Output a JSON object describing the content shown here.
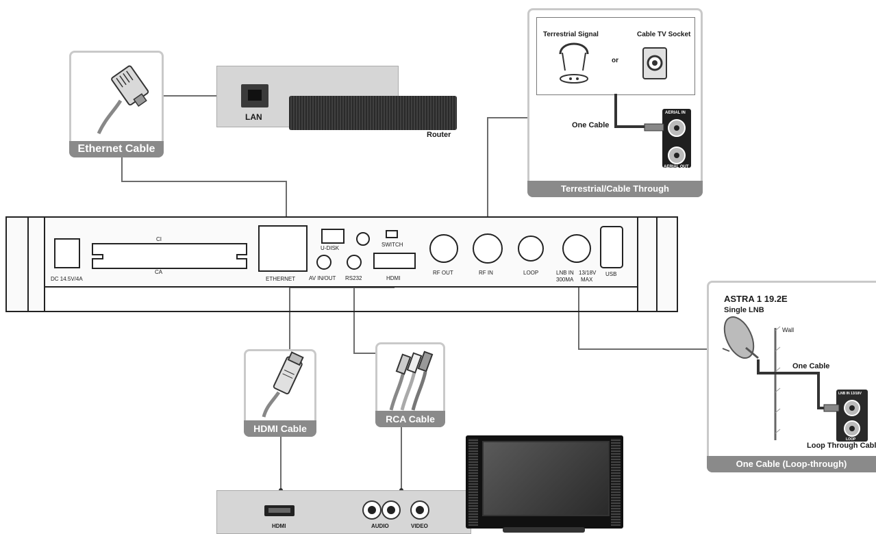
{
  "ethernet": {
    "label": "Ethernet Cable"
  },
  "router": {
    "lan_label": "LAN",
    "name": "Router"
  },
  "terrestrial": {
    "signal_label": "Terrestrial Signal",
    "or_label": "or",
    "socket_label": "Cable TV Socket",
    "cable_label": "One Cable",
    "aerial_in": "AERIAL IN",
    "aerial_out": "AERIAL OUT",
    "box_title": "Terrestrial/Cable Through"
  },
  "receiver": {
    "ci": "CI",
    "ca": "CA",
    "dc": "DC 14.5V/4A",
    "ethernet": "ETHERNET",
    "udisk": "U-DISK",
    "switch": "SWITCH",
    "av": "AV IN/OUT",
    "rs232": "RS232",
    "hdmi": "HDMI",
    "rf_out": "RF OUT",
    "rf_in": "RF IN",
    "loop": "LOOP",
    "lnb_in": "LNB IN",
    "lnb_ma": "300MA",
    "lnb_v": "13/18V",
    "lnb_max": "MAX",
    "usb": "USB"
  },
  "satellite": {
    "title": "ASTRA 1 19.2E",
    "subtitle": "Single LNB",
    "wall": "Wall",
    "cable_label": "One Cable",
    "loop_label": "Loop Through Cable",
    "lnb_port": "LNB IN 13/18V",
    "loop_port": "LOOP",
    "box_title": "One Cable (Loop-through)"
  },
  "hdmi_cable": {
    "label": "HDMI Cable"
  },
  "rca_cable": {
    "label": "RCA Cable"
  },
  "tv": {
    "hdmi": "HDMI",
    "audio": "AUDIO",
    "video": "VIDEO"
  },
  "colors": {
    "panel_gray": "#d6d6d6",
    "label_gray": "#8a8a8a",
    "line": "#5a5a5a"
  }
}
